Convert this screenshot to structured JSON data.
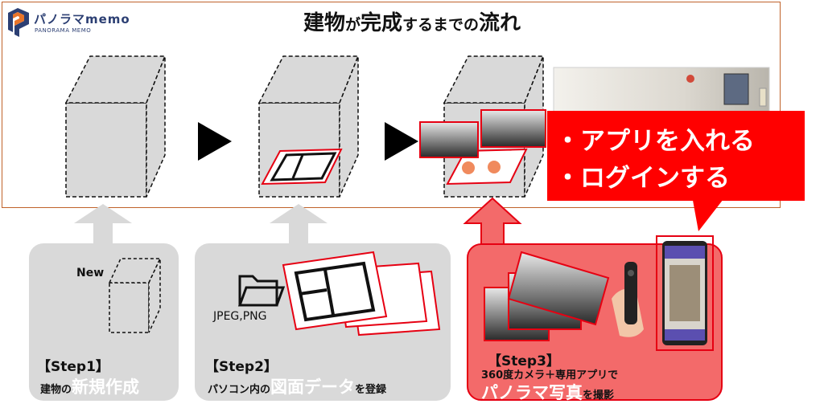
{
  "header": {
    "logo_name": "パノラマmemo",
    "logo_sub": "PANORAMA MEMO",
    "title_part1": "建物",
    "title_part2": "が",
    "title_part3": "完成",
    "title_part4": "するまでの",
    "title_part5": "流れ"
  },
  "steps": [
    {
      "label": "【Step1】",
      "desc_prefix": "建物の",
      "desc_highlight": "新規作成",
      "desc_suffix": "",
      "icon_label": "New"
    },
    {
      "label": "【Step2】",
      "desc_prefix": "パソコン内の",
      "desc_highlight": "図面データ",
      "desc_suffix": "を登録",
      "icon_label": "JPEG,PNG"
    },
    {
      "label": "【Step3】",
      "desc_line1": "360度カメラ＋専用アプリで",
      "desc_highlight": "パノラマ写真",
      "desc_suffix": "を撮影"
    }
  ],
  "callout": {
    "line1": "・アプリを入れる",
    "line2": "・ログインする"
  },
  "colors": {
    "accent_red": "#e60012",
    "step3_fill": "#f36a6a",
    "card_gray": "#d9d9d9",
    "frame_orange": "#c0622a",
    "logo_navy": "#2c3f73"
  },
  "icons": [
    "cube-icon",
    "play-arrow-icon",
    "up-arrow-icon",
    "folder-icon",
    "floor-plan-icon",
    "camera-icon",
    "smartphone-icon",
    "panorama-photo-icon"
  ]
}
